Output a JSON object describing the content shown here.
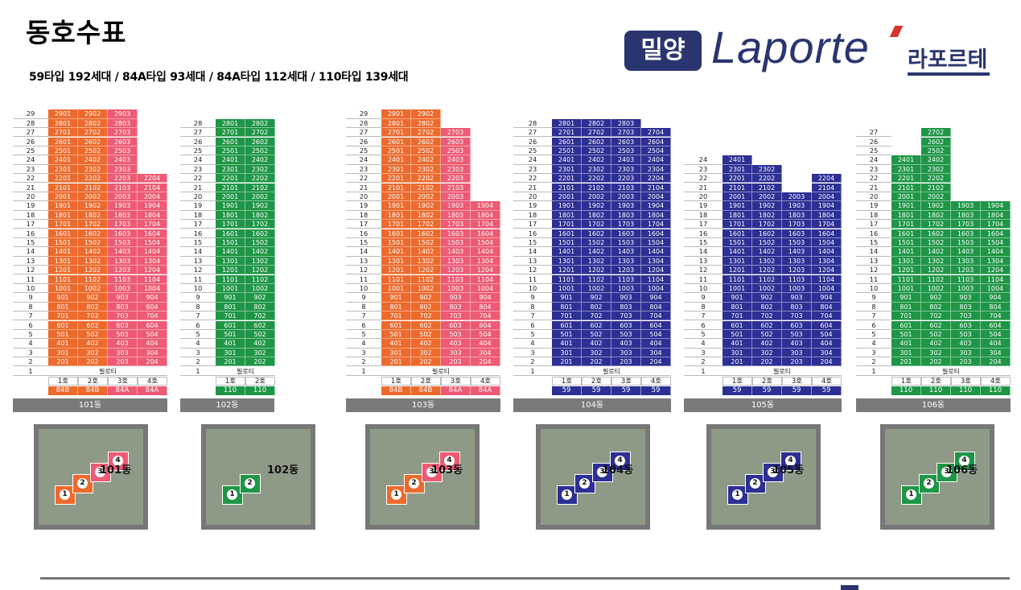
{
  "header": {
    "title": "동호수표",
    "summary": "59타입 192세대 / 84A타입 93세대 / 84A타입 112세대 / 110타입 139세대"
  },
  "logo": {
    "badge": "밀양",
    "wordmark": "Laporte",
    "korean": "라포르테",
    "accent_color": "#d9322b",
    "brand_color": "#2a3570"
  },
  "pilotis_label": "필로티",
  "colors": {
    "orange": "#ee6a2c",
    "pink": "#ee5a73",
    "green": "#1e9646",
    "navy": "#2c2f94"
  },
  "buildings": [
    {
      "name": "101동",
      "map_label": "101동",
      "units": [
        "1호",
        "2호",
        "3호",
        "4호"
      ],
      "types": [
        "84B",
        "84B",
        "84A",
        "84A"
      ],
      "tops": [
        29,
        29,
        29,
        22
      ],
      "colors": [
        "orange",
        "orange",
        "pink",
        "pink"
      ],
      "map_numbers": [
        "1",
        "2",
        "3",
        "4"
      ]
    },
    {
      "name": "102동",
      "map_label": "102동",
      "units": [
        "1호",
        "2호"
      ],
      "types": [
        "110",
        "110"
      ],
      "tops": [
        28,
        28
      ],
      "colors": [
        "green",
        "green"
      ],
      "map_numbers": [
        "1",
        "2"
      ]
    },
    {
      "name": "103동",
      "map_label": "103동",
      "units": [
        "1호",
        "2호",
        "3호",
        "4호"
      ],
      "types": [
        "84B",
        "84B",
        "84A",
        "84A"
      ],
      "tops": [
        29,
        29,
        27,
        19
      ],
      "colors": [
        "orange",
        "orange",
        "pink",
        "pink"
      ],
      "map_numbers": [
        "1",
        "2",
        "3",
        "4"
      ]
    },
    {
      "name": "104동",
      "map_label": "104동",
      "units": [
        "1호",
        "2호",
        "3호",
        "4호"
      ],
      "types": [
        "59",
        "59",
        "59",
        "59"
      ],
      "tops": [
        28,
        28,
        28,
        27
      ],
      "colors": [
        "navy",
        "navy",
        "navy",
        "navy"
      ],
      "map_numbers": [
        "1",
        "2",
        "3",
        "4"
      ]
    },
    {
      "name": "105동",
      "map_label": "105동",
      "units": [
        "1호",
        "2호",
        "3호",
        "4호"
      ],
      "types": [
        "59",
        "59",
        "59",
        "59"
      ],
      "tops": [
        24,
        23,
        20,
        22
      ],
      "colors": [
        "navy",
        "navy",
        "navy",
        "navy"
      ],
      "map_numbers": [
        "1",
        "2",
        "3",
        "4"
      ]
    },
    {
      "name": "106동",
      "map_label": "106동",
      "units": [
        "1호",
        "2호",
        "3호",
        "4호"
      ],
      "types": [
        "110",
        "110",
        "110",
        "110"
      ],
      "tops": [
        24,
        27,
        19,
        19
      ],
      "colors": [
        "green",
        "green",
        "green",
        "green"
      ],
      "map_numbers": [
        "1",
        "2",
        "3",
        "4"
      ]
    }
  ]
}
